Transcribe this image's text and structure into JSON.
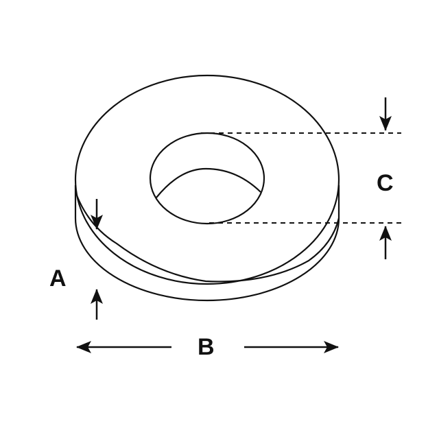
{
  "diagram": {
    "labels": {
      "thickness": "A",
      "outer_diameter": "B",
      "inner_diameter": "C"
    },
    "colors": {
      "stroke": "#111111",
      "background": "#ffffff"
    }
  }
}
